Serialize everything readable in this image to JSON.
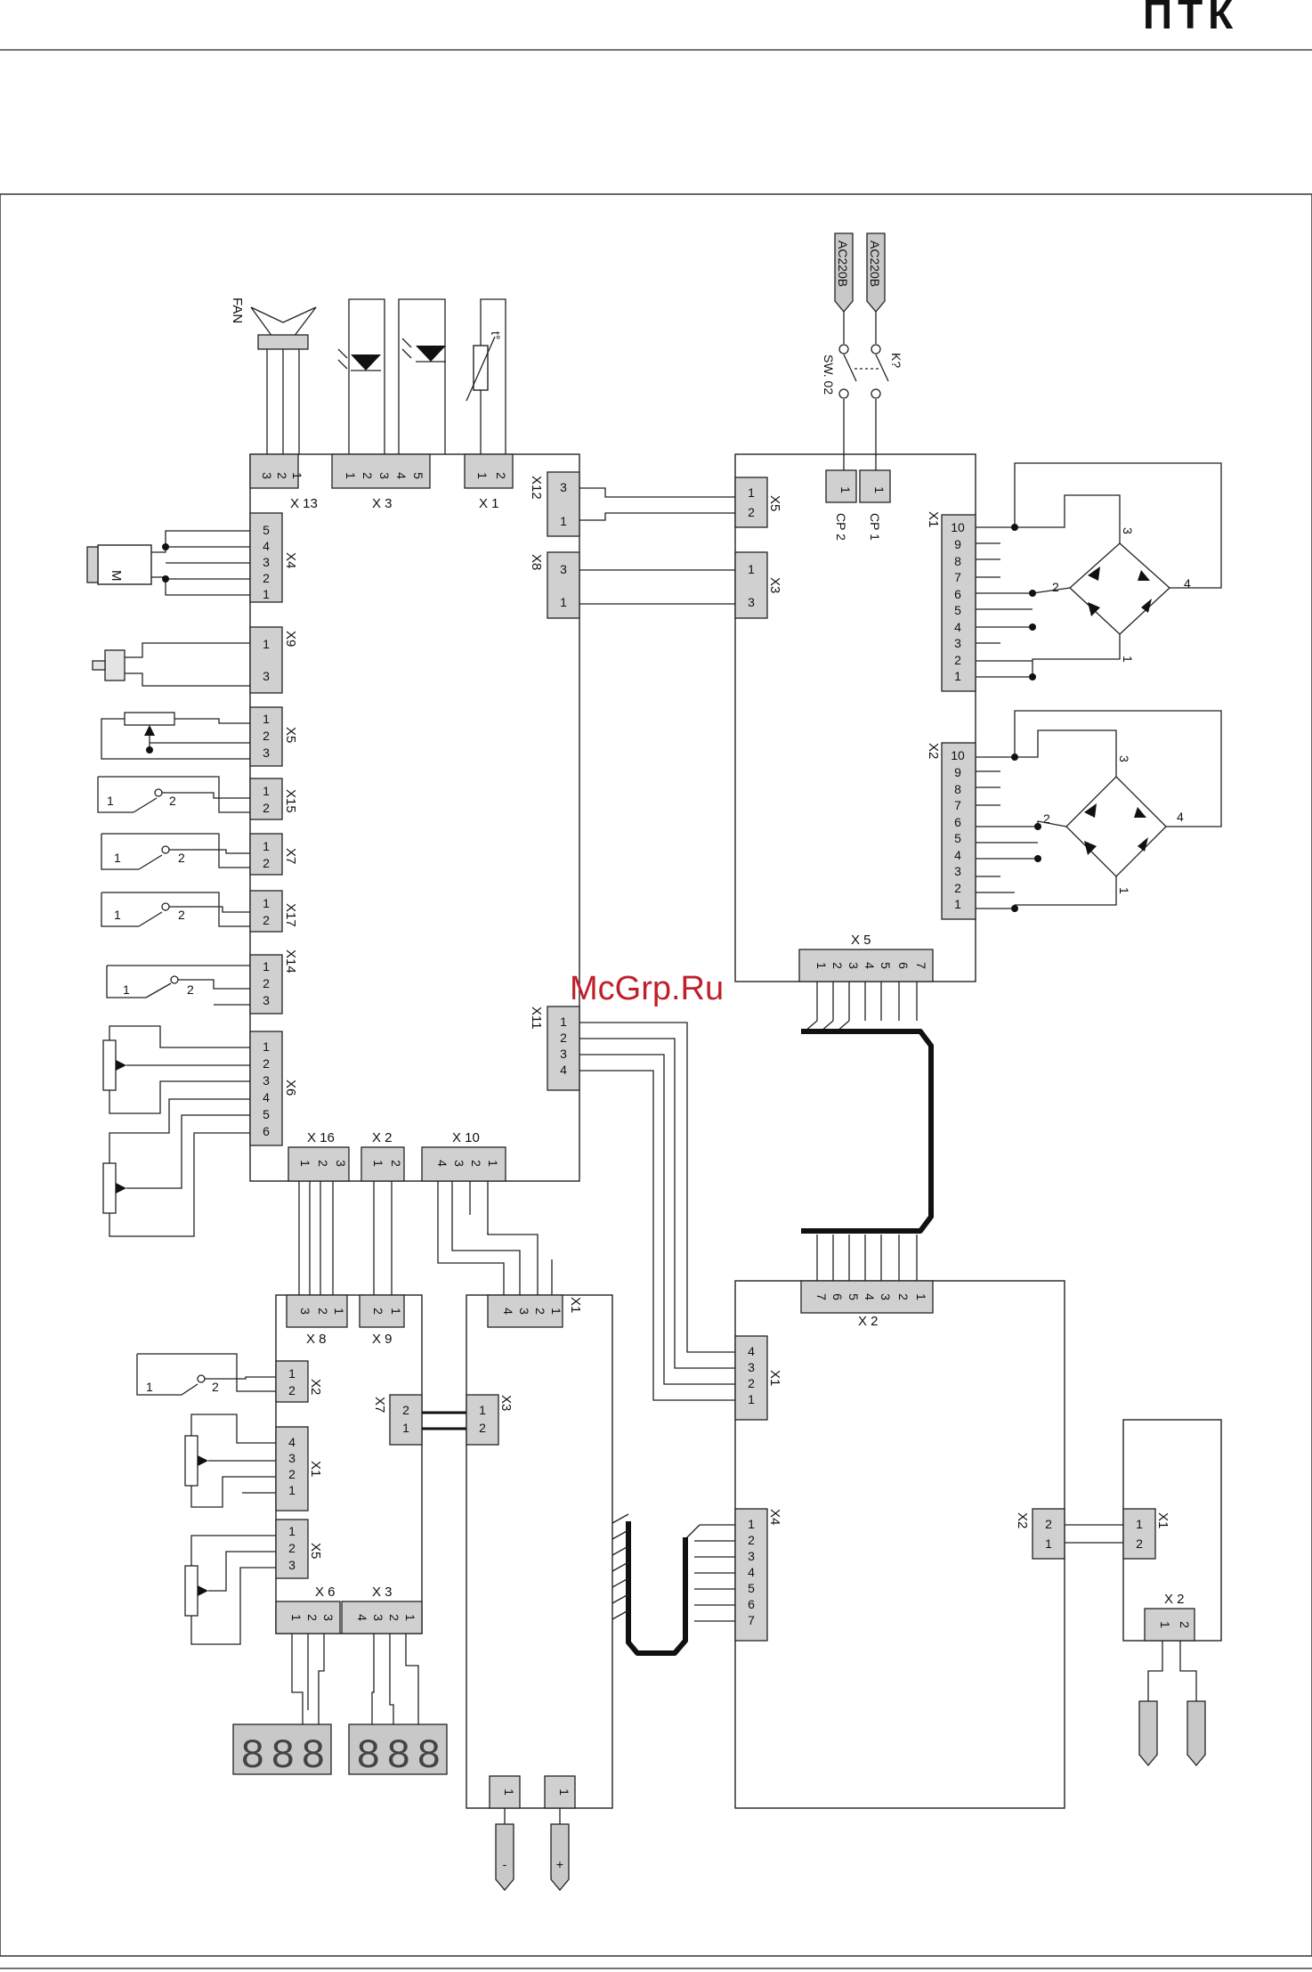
{
  "header": {
    "logo_text": "ПТК"
  },
  "watermark": {
    "text": "McGrp.Ru"
  },
  "main_board": {
    "top_connectors": [
      {
        "name": "X 13",
        "pins": [
          "3",
          "2",
          "1"
        ]
      },
      {
        "name": "X 3",
        "pins": [
          "1",
          "2",
          "3",
          "4",
          "5"
        ]
      },
      {
        "name": "X 1",
        "pins": [
          "1",
          "2"
        ]
      }
    ],
    "left_connectors": [
      {
        "name": "X4",
        "pins": [
          "5",
          "4",
          "3",
          "2",
          "1"
        ]
      },
      {
        "name": "X9",
        "pins": [
          "1",
          "3"
        ]
      },
      {
        "name": "X5",
        "pins": [
          "1",
          "2",
          "3"
        ]
      },
      {
        "name": "X15",
        "pins": [
          "1",
          "2"
        ]
      },
      {
        "name": "X7",
        "pins": [
          "1",
          "2"
        ]
      },
      {
        "name": "X17",
        "pins": [
          "1",
          "2"
        ]
      },
      {
        "name": "X14",
        "pins": [
          "1",
          "2",
          "3"
        ]
      },
      {
        "name": "X6",
        "pins": [
          "1",
          "2",
          "3",
          "4",
          "5",
          "6"
        ]
      }
    ],
    "right_connectors": [
      {
        "name": "X12",
        "pins": [
          "3",
          "1"
        ]
      },
      {
        "name": "X8",
        "pins": [
          "3",
          "1"
        ]
      },
      {
        "name": "X11",
        "pins": [
          "1",
          "2",
          "3",
          "4"
        ]
      }
    ],
    "bottom_connectors": [
      {
        "name": "X 16",
        "pins": [
          "1",
          "2",
          "3"
        ]
      },
      {
        "name": "X 2",
        "pins": [
          "1",
          "2"
        ]
      },
      {
        "name": "X 10",
        "pins": [
          "4",
          "3",
          "2",
          "1"
        ]
      }
    ]
  },
  "top_labels": {
    "fan": "FAN",
    "motor": "M",
    "thermistor": "t°"
  },
  "power": {
    "inputs": [
      "AC220В",
      "AC220В"
    ],
    "switch_a": "SW. 02",
    "switch_b": "K?",
    "cp_pins": [
      "1",
      "1"
    ],
    "cp_labels": [
      "CP 2",
      "CP 1"
    ]
  },
  "power_board": {
    "left_connectors": [
      {
        "name": "X5",
        "pins": [
          "1",
          "2"
        ]
      },
      {
        "name": "X3",
        "pins": [
          "1",
          "3"
        ]
      }
    ],
    "x1": {
      "name": "X1",
      "pins": [
        "10",
        "9",
        "8",
        "7",
        "6",
        "5",
        "4",
        "3",
        "2",
        "1"
      ]
    },
    "x2": {
      "name": "X2",
      "pins": [
        "10",
        "9",
        "8",
        "7",
        "6",
        "5",
        "4",
        "3",
        "2",
        "1"
      ]
    },
    "bridge_labels": [
      "3",
      "2",
      "4",
      "1"
    ],
    "bottom_connector": {
      "name": "X 5",
      "pins": [
        "1",
        "2",
        "3",
        "4",
        "5",
        "6",
        "7"
      ]
    }
  },
  "switch_labels": {
    "one": "1",
    "two": "2"
  },
  "display_board": {
    "top_connectors": [
      {
        "name": "X 8",
        "pins": [
          "3",
          "2",
          "1"
        ]
      },
      {
        "name": "X 9",
        "pins": [
          "2",
          "1"
        ]
      }
    ],
    "left_connectors": [
      {
        "name": "X2",
        "pins": [
          "1",
          "2"
        ]
      },
      {
        "name": "X1",
        "pins": [
          "4",
          "3",
          "2",
          "1"
        ]
      },
      {
        "name": "X5",
        "pins": [
          "1",
          "2",
          "3"
        ]
      }
    ],
    "x7": {
      "name": "X7",
      "pins": [
        "2",
        "1"
      ]
    },
    "bottom_connectors": [
      {
        "name": "X 6",
        "pins": [
          "1",
          "2",
          "3"
        ]
      },
      {
        "name": "X 3",
        "pins": [
          "4",
          "3",
          "2",
          "1"
        ]
      }
    ],
    "display_digits": [
      "8",
      "8",
      "8",
      "8",
      "8",
      "8"
    ]
  },
  "driver_board": {
    "x1": {
      "name": "X1",
      "pins": [
        "4",
        "3",
        "2",
        "1"
      ]
    },
    "x3": {
      "name": "X3",
      "pins": [
        "1",
        "2"
      ]
    },
    "out_pins": [
      "1",
      "1"
    ],
    "terminals": [
      "-",
      "+"
    ]
  },
  "control_board": {
    "x2": {
      "name": "X 2",
      "pins": [
        "7",
        "6",
        "5",
        "4",
        "3",
        "2",
        "1"
      ]
    },
    "x1": {
      "name": "X1",
      "pins": [
        "4",
        "3",
        "2",
        "1"
      ]
    },
    "x4": {
      "name": "X4",
      "pins": [
        "1",
        "2",
        "3",
        "4",
        "5",
        "6",
        "7"
      ]
    },
    "x2r": {
      "name": "X2",
      "pins": [
        "2",
        "1"
      ]
    }
  },
  "sensor_board": {
    "x1": {
      "name": "X1",
      "pins": [
        "1",
        "2"
      ]
    },
    "x2": {
      "name": "X 2",
      "pins": [
        "1",
        "2"
      ]
    }
  }
}
